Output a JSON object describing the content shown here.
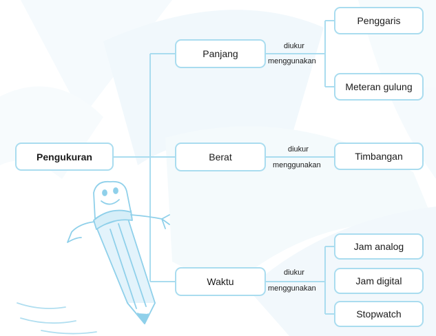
{
  "root": {
    "label": "Pengukuran"
  },
  "quantities": [
    {
      "label": "Panjang",
      "connector_top": "diukur",
      "connector_bottom": "menggunakan",
      "tools": [
        "Penggaris",
        "Meteran gulung"
      ]
    },
    {
      "label": "Berat",
      "connector_top": "diukur",
      "connector_bottom": "menggunakan",
      "tools": [
        "Timbangan"
      ]
    },
    {
      "label": "Waktu",
      "connector_top": "diukur",
      "connector_bottom": "menggunakan",
      "tools": [
        "Jam analog",
        "Jam digital",
        "Stopwatch"
      ]
    }
  ],
  "colors": {
    "line": "#a9dcef",
    "border": "#a9dcef",
    "illustration": "#8fd0ea"
  },
  "icons": [
    "pencil-mascot-illustration"
  ]
}
